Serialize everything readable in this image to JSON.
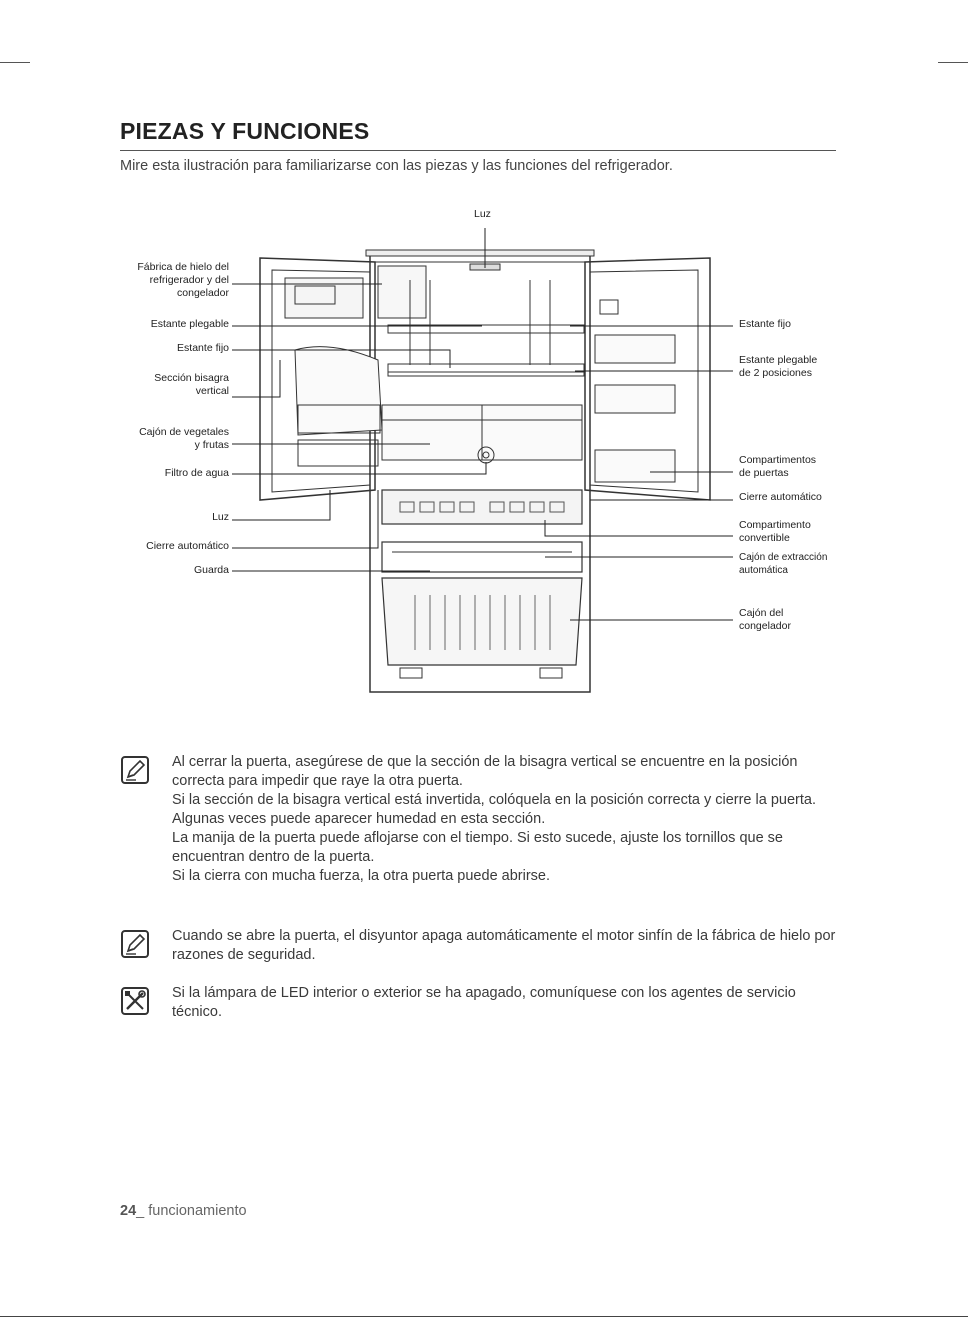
{
  "heading": {
    "title": "PIEZAS Y FUNCIONES",
    "intro": "Mire esta ilustración para familiarizarse con las piezas y las funciones del refrigerador."
  },
  "diagram": {
    "labels": {
      "luz_top": "Luz",
      "ice_maker": "Fábrica de hielo del\nrefrigerador y del\ncongelador",
      "folding_shelf_left": "Estante plegable",
      "fixed_shelf_left": "Estante fijo",
      "hinge_section": "Sección bisagra\nvertical",
      "crisper": "Cajón de vegetales\ny frutas",
      "water_filter": "Filtro de agua",
      "luz_bottom": "Luz",
      "auto_close_left": "Cierre automático",
      "guard": "Guarda",
      "fixed_shelf_right": "Estante fijo",
      "folding_shelf_right": "Estante plegable\nde 2 posiciones",
      "door_bins": "Compartimentos\nde puertas",
      "auto_close_right": "Cierre automático",
      "convertible": "Compartimento\nconvertible",
      "auto_drawer": "Cajón de extracción\nautomática",
      "freezer_drawer": "Cajón del\ncongelador"
    }
  },
  "notes": [
    {
      "icon": "note-pencil-icon",
      "lines": [
        "Al cerrar la puerta, asegúrese de que la sección de la bisagra vertical se encuentre en la posición correcta para impedir que raye la otra puerta.",
        "Si la sección de la bisagra vertical está invertida, colóquela en la posición correcta y cierre la puerta.",
        "Algunas veces puede aparecer humedad en esta sección.",
        "La manija de la puerta puede aflojarse con el tiempo. Si esto sucede, ajuste los tornillos que se encuentran dentro de la puerta.",
        "Si la cierra con mucha fuerza, la otra puerta puede abrirse."
      ]
    },
    {
      "icon": "note-pencil-icon",
      "lines": [
        "Cuando se abre la puerta, el disyuntor apaga automáticamente el motor sinfín de la fábrica de hielo por razones de seguridad."
      ]
    },
    {
      "icon": "service-tools-icon",
      "lines": [
        "Si la lámpara de LED interior o exterior se ha apagado, comuníquese con los agentes de servicio técnico."
      ]
    }
  ],
  "footer": {
    "page_number": "24",
    "section": "_ funcionamiento"
  }
}
